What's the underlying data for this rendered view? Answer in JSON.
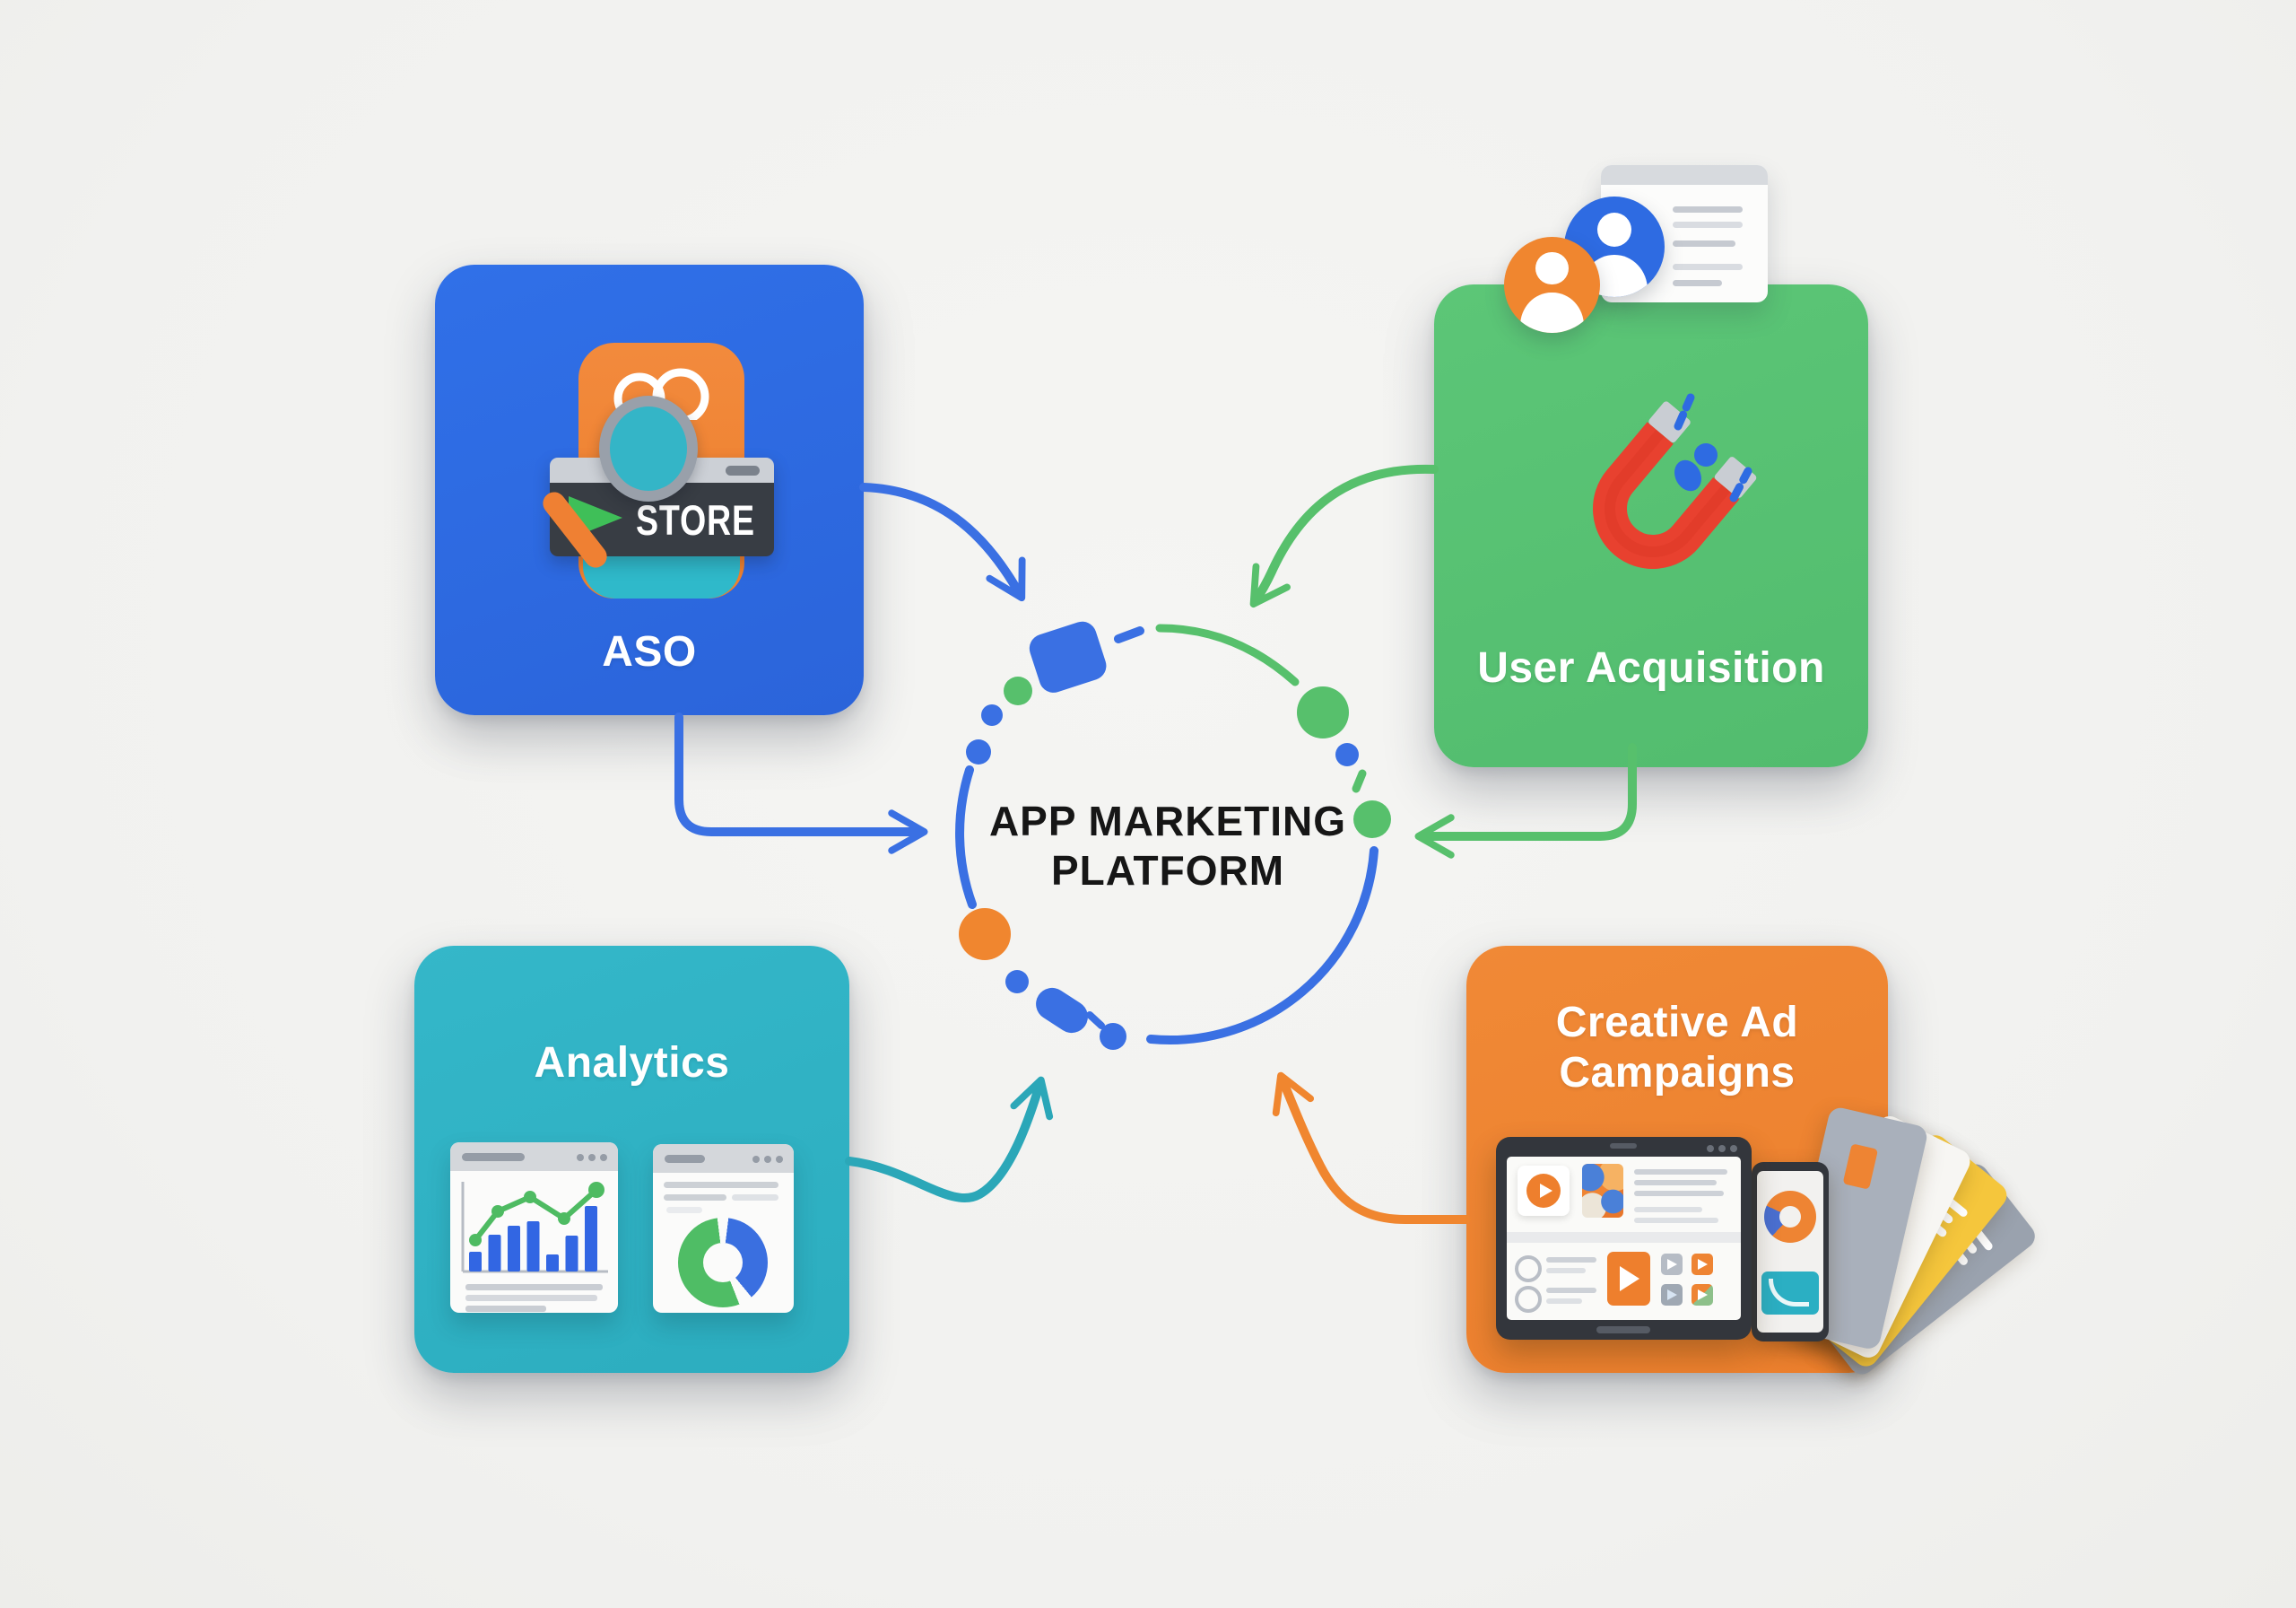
{
  "title": {
    "line1": "APP MARKETING",
    "line2": "PLATFORM"
  },
  "cards": {
    "aso": {
      "label": "ASO",
      "color": "#2d6ae3",
      "icon": "app-store-optimization-icon",
      "store_badge": "STORE"
    },
    "user_acquisition": {
      "label": "User Acquisition",
      "color": "#57c173",
      "icon": "magnet-icon"
    },
    "analytics": {
      "label": "Analytics",
      "color": "#30b3c5",
      "icon": "analytics-windows-icon",
      "bar_chart": {
        "bars": [
          22,
          41,
          51,
          56,
          19,
          40,
          73
        ],
        "line_points": [
          [
            28,
            77
          ],
          [
            53,
            45
          ],
          [
            89,
            29
          ],
          [
            127,
            53
          ],
          [
            163,
            21
          ]
        ],
        "bar_color": "#3266e3",
        "line_color": "#4ebb62"
      },
      "donut": {
        "blue_pct": 37,
        "green_pct": 54,
        "blue": "#3a6fe0",
        "green": "#4fbd65"
      }
    },
    "creative": {
      "label_line1": "Creative Ad",
      "label_line2": "Campaigns",
      "color": "#ee8433",
      "icon": "ad-devices-icon"
    }
  },
  "connector_colors": {
    "blue": "#3a70e3",
    "green": "#57c06c",
    "teal": "#2ba7b8",
    "orange": "#f0862f"
  },
  "background": "#f2f2f0"
}
